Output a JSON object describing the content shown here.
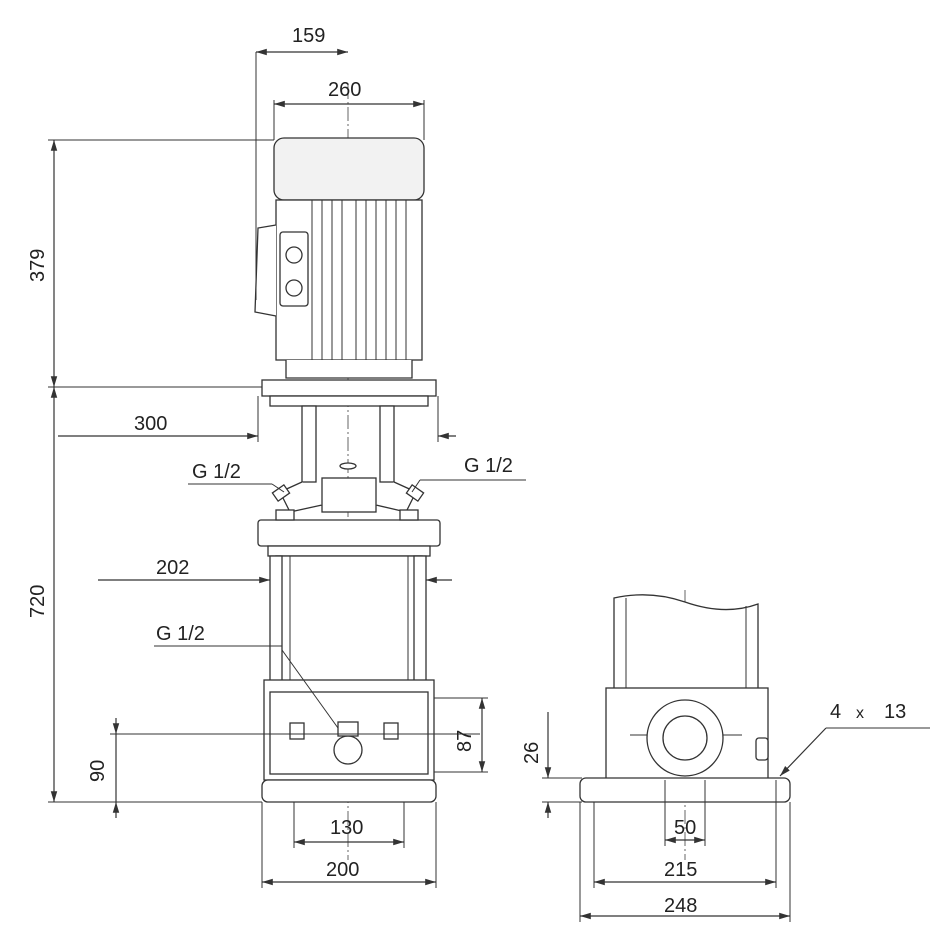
{
  "dimensions": {
    "d159": "159",
    "d260": "260",
    "d379": "379",
    "d300": "300",
    "d720": "720",
    "d202": "202",
    "d90": "90",
    "d87": "87",
    "d130": "130",
    "d200": "200",
    "d26": "26",
    "d50": "50",
    "d215": "215",
    "d248": "248"
  },
  "labels": {
    "g_left": "G 1/2",
    "g_right": "G 1/2",
    "g_lower": "G 1/2",
    "holes_count": "4",
    "holes_times": "x",
    "holes_dia": "13"
  },
  "colors": {
    "line": "#333333",
    "text": "#222222",
    "background": "#ffffff"
  }
}
